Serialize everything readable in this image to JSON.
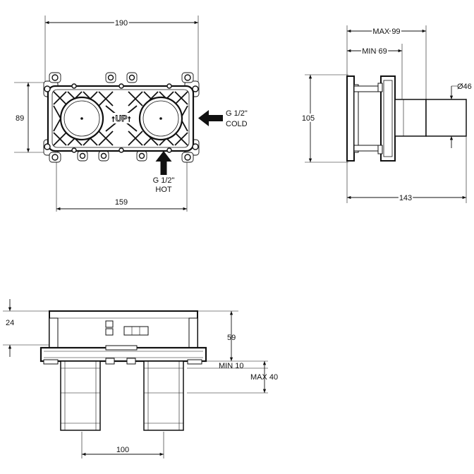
{
  "front_view": {
    "width_label": "190",
    "height_label": "89",
    "bottom_width_label": "159",
    "center_text": "↑UP↑",
    "cold_inlet": {
      "line1": "G 1/2\"",
      "line2": "COLD"
    },
    "hot_inlet": {
      "line1": "G 1/2\"",
      "line2": "HOT"
    }
  },
  "side_view": {
    "max_label": "MAX 99",
    "min_label": "MIN 69",
    "height_label": "105",
    "diameter_label": "Ø46",
    "depth_label": "143"
  },
  "bottom_view": {
    "top_offset_label": "24",
    "height_label": "59",
    "min_label": "MIN 10",
    "max_label": "MAX 40",
    "spacing_label": "100"
  }
}
